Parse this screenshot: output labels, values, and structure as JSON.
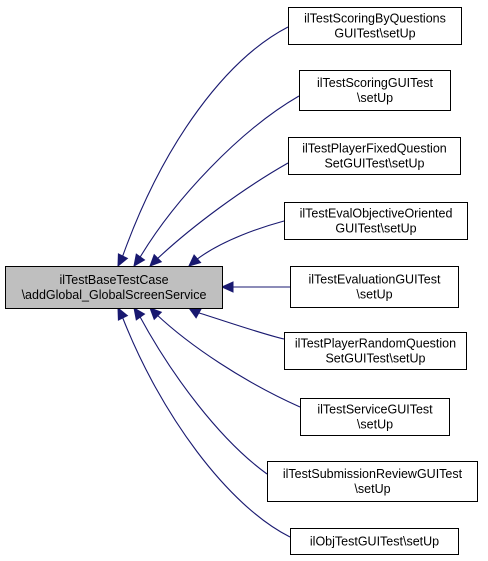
{
  "diagram": {
    "type": "inheritance-graph",
    "colors": {
      "edge": "#191970",
      "primary_fill": "#bfbfbf",
      "node_fill": "#ffffff",
      "border": "#000000"
    },
    "source": {
      "id": "base",
      "lines": [
        "ilTestBaseTestCase",
        "\\addGlobal_GlobalScreenService"
      ]
    },
    "nodes": [
      {
        "id": "n0",
        "lines": [
          "ilTestScoringByQuestions",
          "GUITest\\setUp"
        ]
      },
      {
        "id": "n1",
        "lines": [
          "ilTestScoringGUITest",
          "\\setUp"
        ]
      },
      {
        "id": "n2",
        "lines": [
          "ilTestPlayerFixedQuestion",
          "SetGUITest\\setUp"
        ]
      },
      {
        "id": "n3",
        "lines": [
          "ilTestEvalObjectiveOriented",
          "GUITest\\setUp"
        ]
      },
      {
        "id": "n4",
        "lines": [
          "ilTestEvaluationGUITest",
          "\\setUp"
        ]
      },
      {
        "id": "n5",
        "lines": [
          "ilTestPlayerRandomQuestion",
          "SetGUITest\\setUp"
        ]
      },
      {
        "id": "n6",
        "lines": [
          "ilTestServiceGUITest",
          "\\setUp"
        ]
      },
      {
        "id": "n7",
        "lines": [
          "ilTestSubmissionReviewGUITest",
          "\\setUp"
        ]
      },
      {
        "id": "n8",
        "lines": [
          "ilObjTestGUITest\\setUp"
        ]
      }
    ],
    "edges": [
      {
        "from": "n0",
        "to": "base"
      },
      {
        "from": "n1",
        "to": "base"
      },
      {
        "from": "n2",
        "to": "base"
      },
      {
        "from": "n3",
        "to": "base"
      },
      {
        "from": "n4",
        "to": "base"
      },
      {
        "from": "n5",
        "to": "base"
      },
      {
        "from": "n6",
        "to": "base"
      },
      {
        "from": "n7",
        "to": "base"
      },
      {
        "from": "n8",
        "to": "base"
      }
    ]
  }
}
